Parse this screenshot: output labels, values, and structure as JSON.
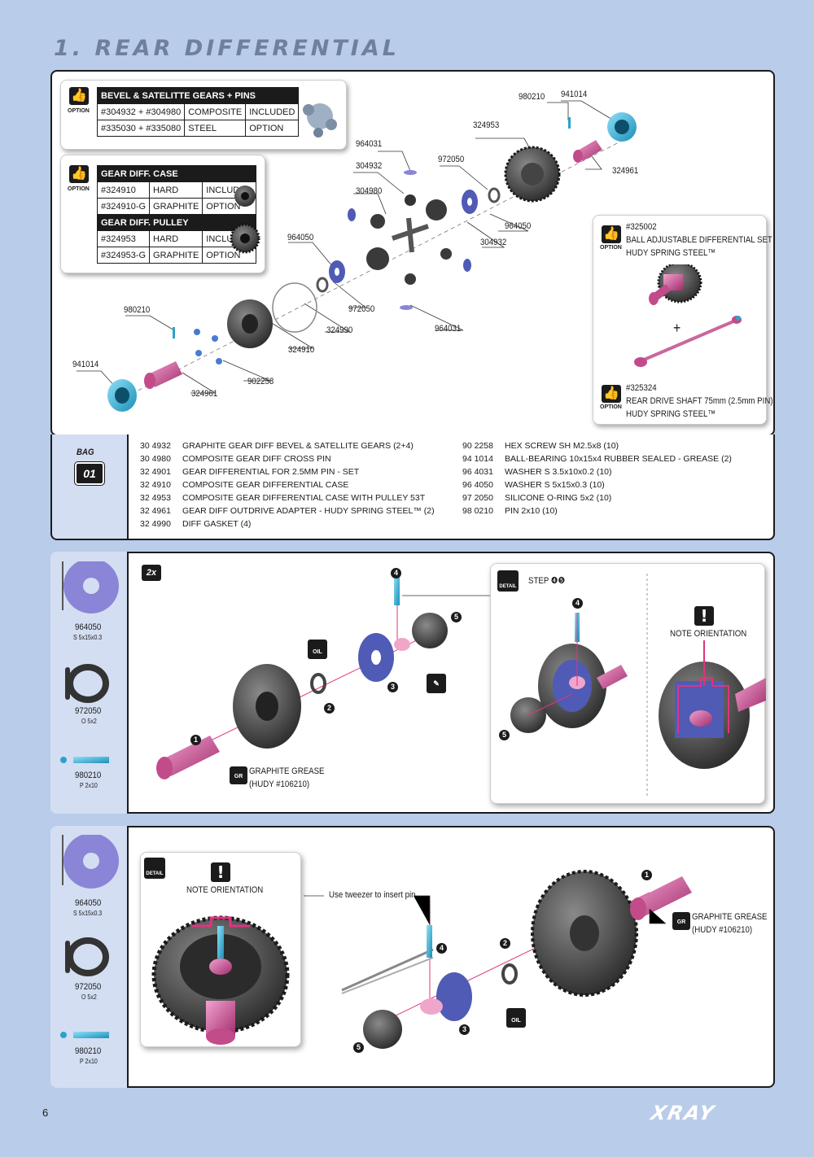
{
  "page": {
    "title": "1. REAR DIFFERENTIAL",
    "page_number": "6",
    "brand": "XRAY"
  },
  "option_box_1": {
    "option_label": "OPTION",
    "header": "BEVEL & SATELITTE GEARS + PINS",
    "rows": [
      [
        "#304932 + #304980",
        "COMPOSITE",
        "INCLUDED"
      ],
      [
        "#335030 + #335080",
        "STEEL",
        "OPTION"
      ]
    ]
  },
  "option_box_2": {
    "option_label": "OPTION",
    "header_case": "GEAR DIFF. CASE",
    "case_rows": [
      [
        "#324910",
        "HARD",
        "INCLUDED"
      ],
      [
        "#324910-G",
        "GRAPHITE",
        "OPTION"
      ]
    ],
    "header_pulley": "GEAR DIFF. PULLEY",
    "pulley_rows": [
      [
        "#324953",
        "HARD",
        "INCLUDED"
      ],
      [
        "#324953-G",
        "GRAPHITE",
        "OPTION"
      ]
    ]
  },
  "option_box_3": {
    "option_label": "OPTION",
    "set_number": "#325002",
    "set_name": "BALL ADJUSTABLE DIFFERENTIAL SET",
    "set_material": "HUDY SPRING STEEL™",
    "plus": "+",
    "shaft_number": "#325324",
    "shaft_name": "REAR DRIVE SHAFT 75mm (2.5mm PIN)",
    "shaft_material": "HUDY SPRING STEEL™"
  },
  "exploded_labels": {
    "l980210_top": "980210",
    "l941014_top": "941014",
    "l324953": "324953",
    "l324961_top": "324961",
    "l964031_top": "964031",
    "l972050_top": "972050",
    "l304932_a": "304932",
    "l304980": "304980",
    "l964050_right": "964050",
    "l304932_b": "304932",
    "l964050_left": "964050",
    "l972050_mid": "972050",
    "l964031_bot": "964031",
    "l980210_left": "980210",
    "l324990": "324990",
    "l324910": "324910",
    "l941014_left": "941014",
    "l902258": "902258",
    "l324961_bot": "324961"
  },
  "bag": {
    "label": "BAG",
    "number": "01"
  },
  "parts_list": {
    "left": [
      [
        "30 4932",
        "GRAPHITE GEAR DIFF BEVEL & SATELLITE GEARS (2+4)"
      ],
      [
        "30 4980",
        "COMPOSITE GEAR DIFF CROSS PIN"
      ],
      [
        "32 4901",
        "GEAR DIFFERENTIAL FOR 2.5MM PIN - SET"
      ],
      [
        "32 4910",
        "COMPOSITE GEAR DIFFERENTIAL CASE"
      ],
      [
        "32 4953",
        "COMPOSITE GEAR DIFFERENTIAL CASE WITH PULLEY 53T"
      ],
      [
        "32 4961",
        "GEAR DIFF OUTDRIVE ADAPTER - HUDY SPRING STEEL™ (2)"
      ],
      [
        "32 4990",
        "DIFF GASKET (4)"
      ]
    ],
    "right": [
      [
        "90 2258",
        "HEX SCREW SH M2.5x8  (10)"
      ],
      [
        "94 1014",
        "BALL-BEARING 10x15x4 RUBBER SEALED - GREASE (2)"
      ],
      [
        "96 4031",
        "WASHER S 3.5x10x0.2  (10)"
      ],
      [
        "96 4050",
        "WASHER S 5x15x0.3  (10)"
      ],
      [
        "97 2050",
        "SILICONE O-RING 5x2  (10)"
      ],
      [
        "98 0210",
        "PIN 2x10  (10)"
      ]
    ]
  },
  "step2": {
    "multiplier": "2x",
    "side_parts": [
      {
        "code": "964050",
        "desc": "S 5x15x0.3"
      },
      {
        "code": "972050",
        "desc": "O 5x2"
      },
      {
        "code": "980210",
        "desc": "P 2x10"
      }
    ],
    "oil_label": "OIL",
    "grease_icon": "GR",
    "grease_text_1": "GRAPHITE GREASE",
    "grease_text_2": "(HUDY #106210)",
    "detail_label": "DETAIL",
    "detail_step": "STEP ❹❺",
    "note_orientation": "NOTE ORIENTATION",
    "warn_mark": "!",
    "n1": "1",
    "n2": "2",
    "n3": "3",
    "n4": "4",
    "n5": "5",
    "d4": "4",
    "d5": "5"
  },
  "step3": {
    "side_parts": [
      {
        "code": "964050",
        "desc": "S 5x15x0.3"
      },
      {
        "code": "972050",
        "desc": "O 5x2"
      },
      {
        "code": "980210",
        "desc": "P 2x10"
      }
    ],
    "detail_label": "DETAIL",
    "note_orientation": "NOTE ORIENTATION",
    "warn_mark": "!",
    "tweezer_text": "Use tweezer to insert pin",
    "grease_icon": "GR",
    "grease_text_1": "GRAPHITE GREASE",
    "grease_text_2": "(HUDY #106210)",
    "oil_label": "OIL",
    "n1": "1",
    "n2": "2",
    "n3": "3",
    "n4": "4",
    "n5": "5"
  }
}
